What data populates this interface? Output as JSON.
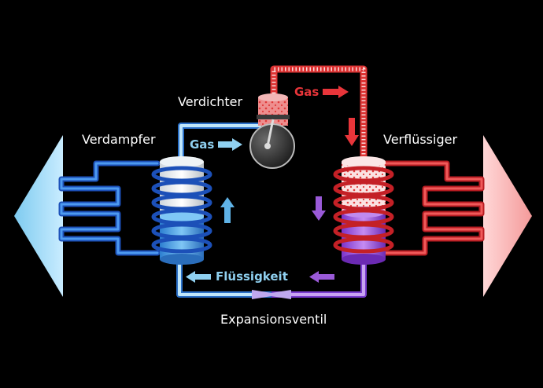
{
  "labels": {
    "compressor": "Verdichter",
    "evaporator": "Verdampfer",
    "condenser": "Verflüssiger",
    "expansion_valve": "Expansionsventil"
  },
  "flow_labels": {
    "gas_cold": "Gas",
    "gas_hot": "Gas",
    "liquid": "Flüssigkeit"
  },
  "colors": {
    "background": "#000000",
    "cold": "#2f6fd8",
    "cold_light": "#8fd0f0",
    "hot": "#e8353a",
    "hot_light": "#f6a6a6",
    "liquid_mix": "#9a5ad8",
    "text": "#ffffff"
  }
}
